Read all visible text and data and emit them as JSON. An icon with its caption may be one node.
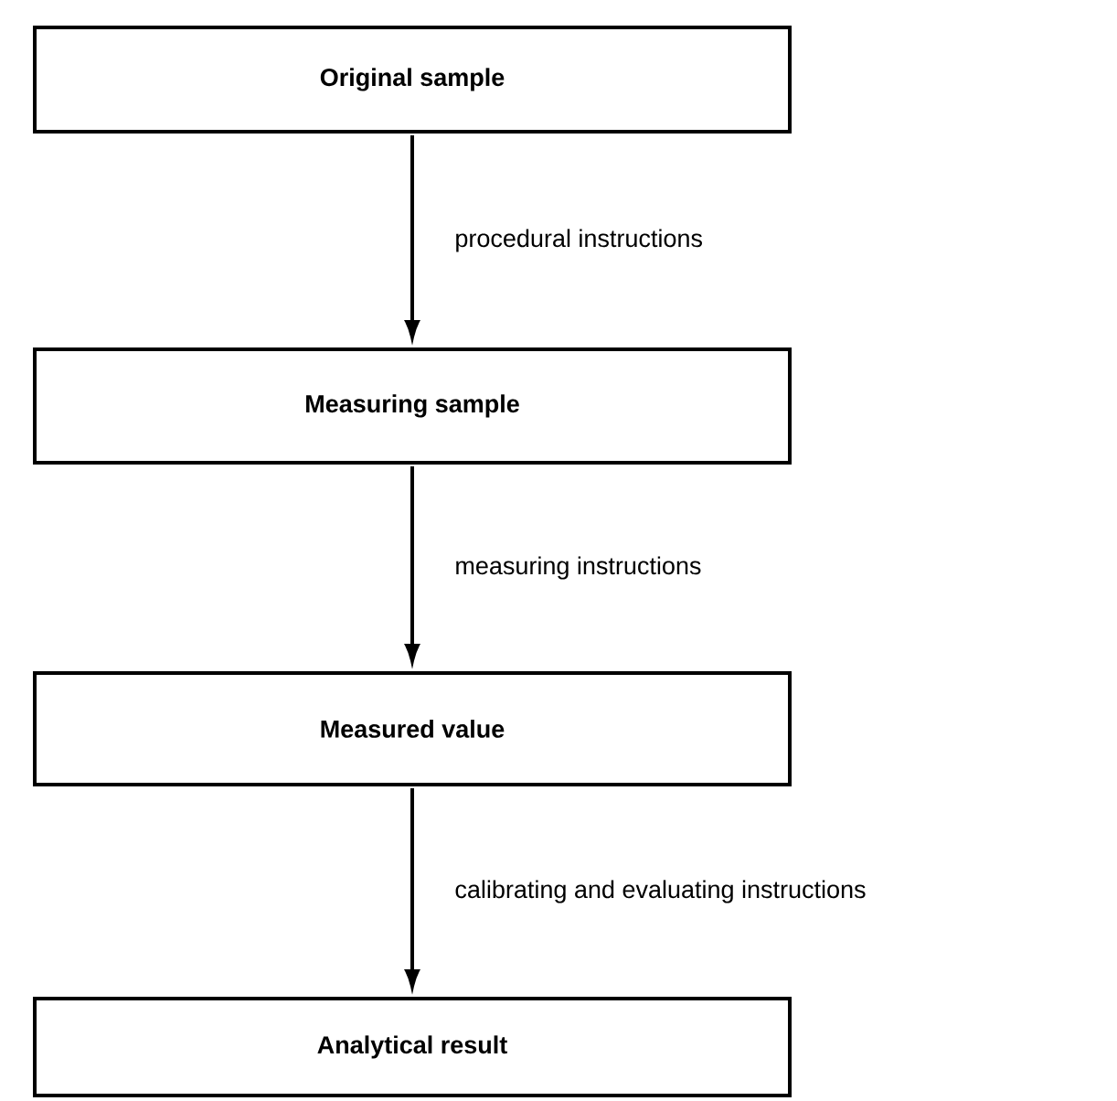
{
  "diagram": {
    "nodes": [
      {
        "text": [
          "Original sample"
        ]
      },
      {
        "text": [
          "Measuring sample"
        ]
      },
      {
        "text": [
          "Measured value"
        ]
      },
      {
        "text": [
          "Analytical result"
        ]
      }
    ],
    "edges": [
      {
        "from": 0,
        "to": 1,
        "arrow": "to",
        "label": "procedural instructions"
      },
      {
        "from": 1,
        "to": 2,
        "arrow": "to",
        "label": "measuring instructions"
      },
      {
        "from": 2,
        "to": 3,
        "arrow": "to",
        "label": "calibrating and evaluating instructions"
      }
    ]
  }
}
